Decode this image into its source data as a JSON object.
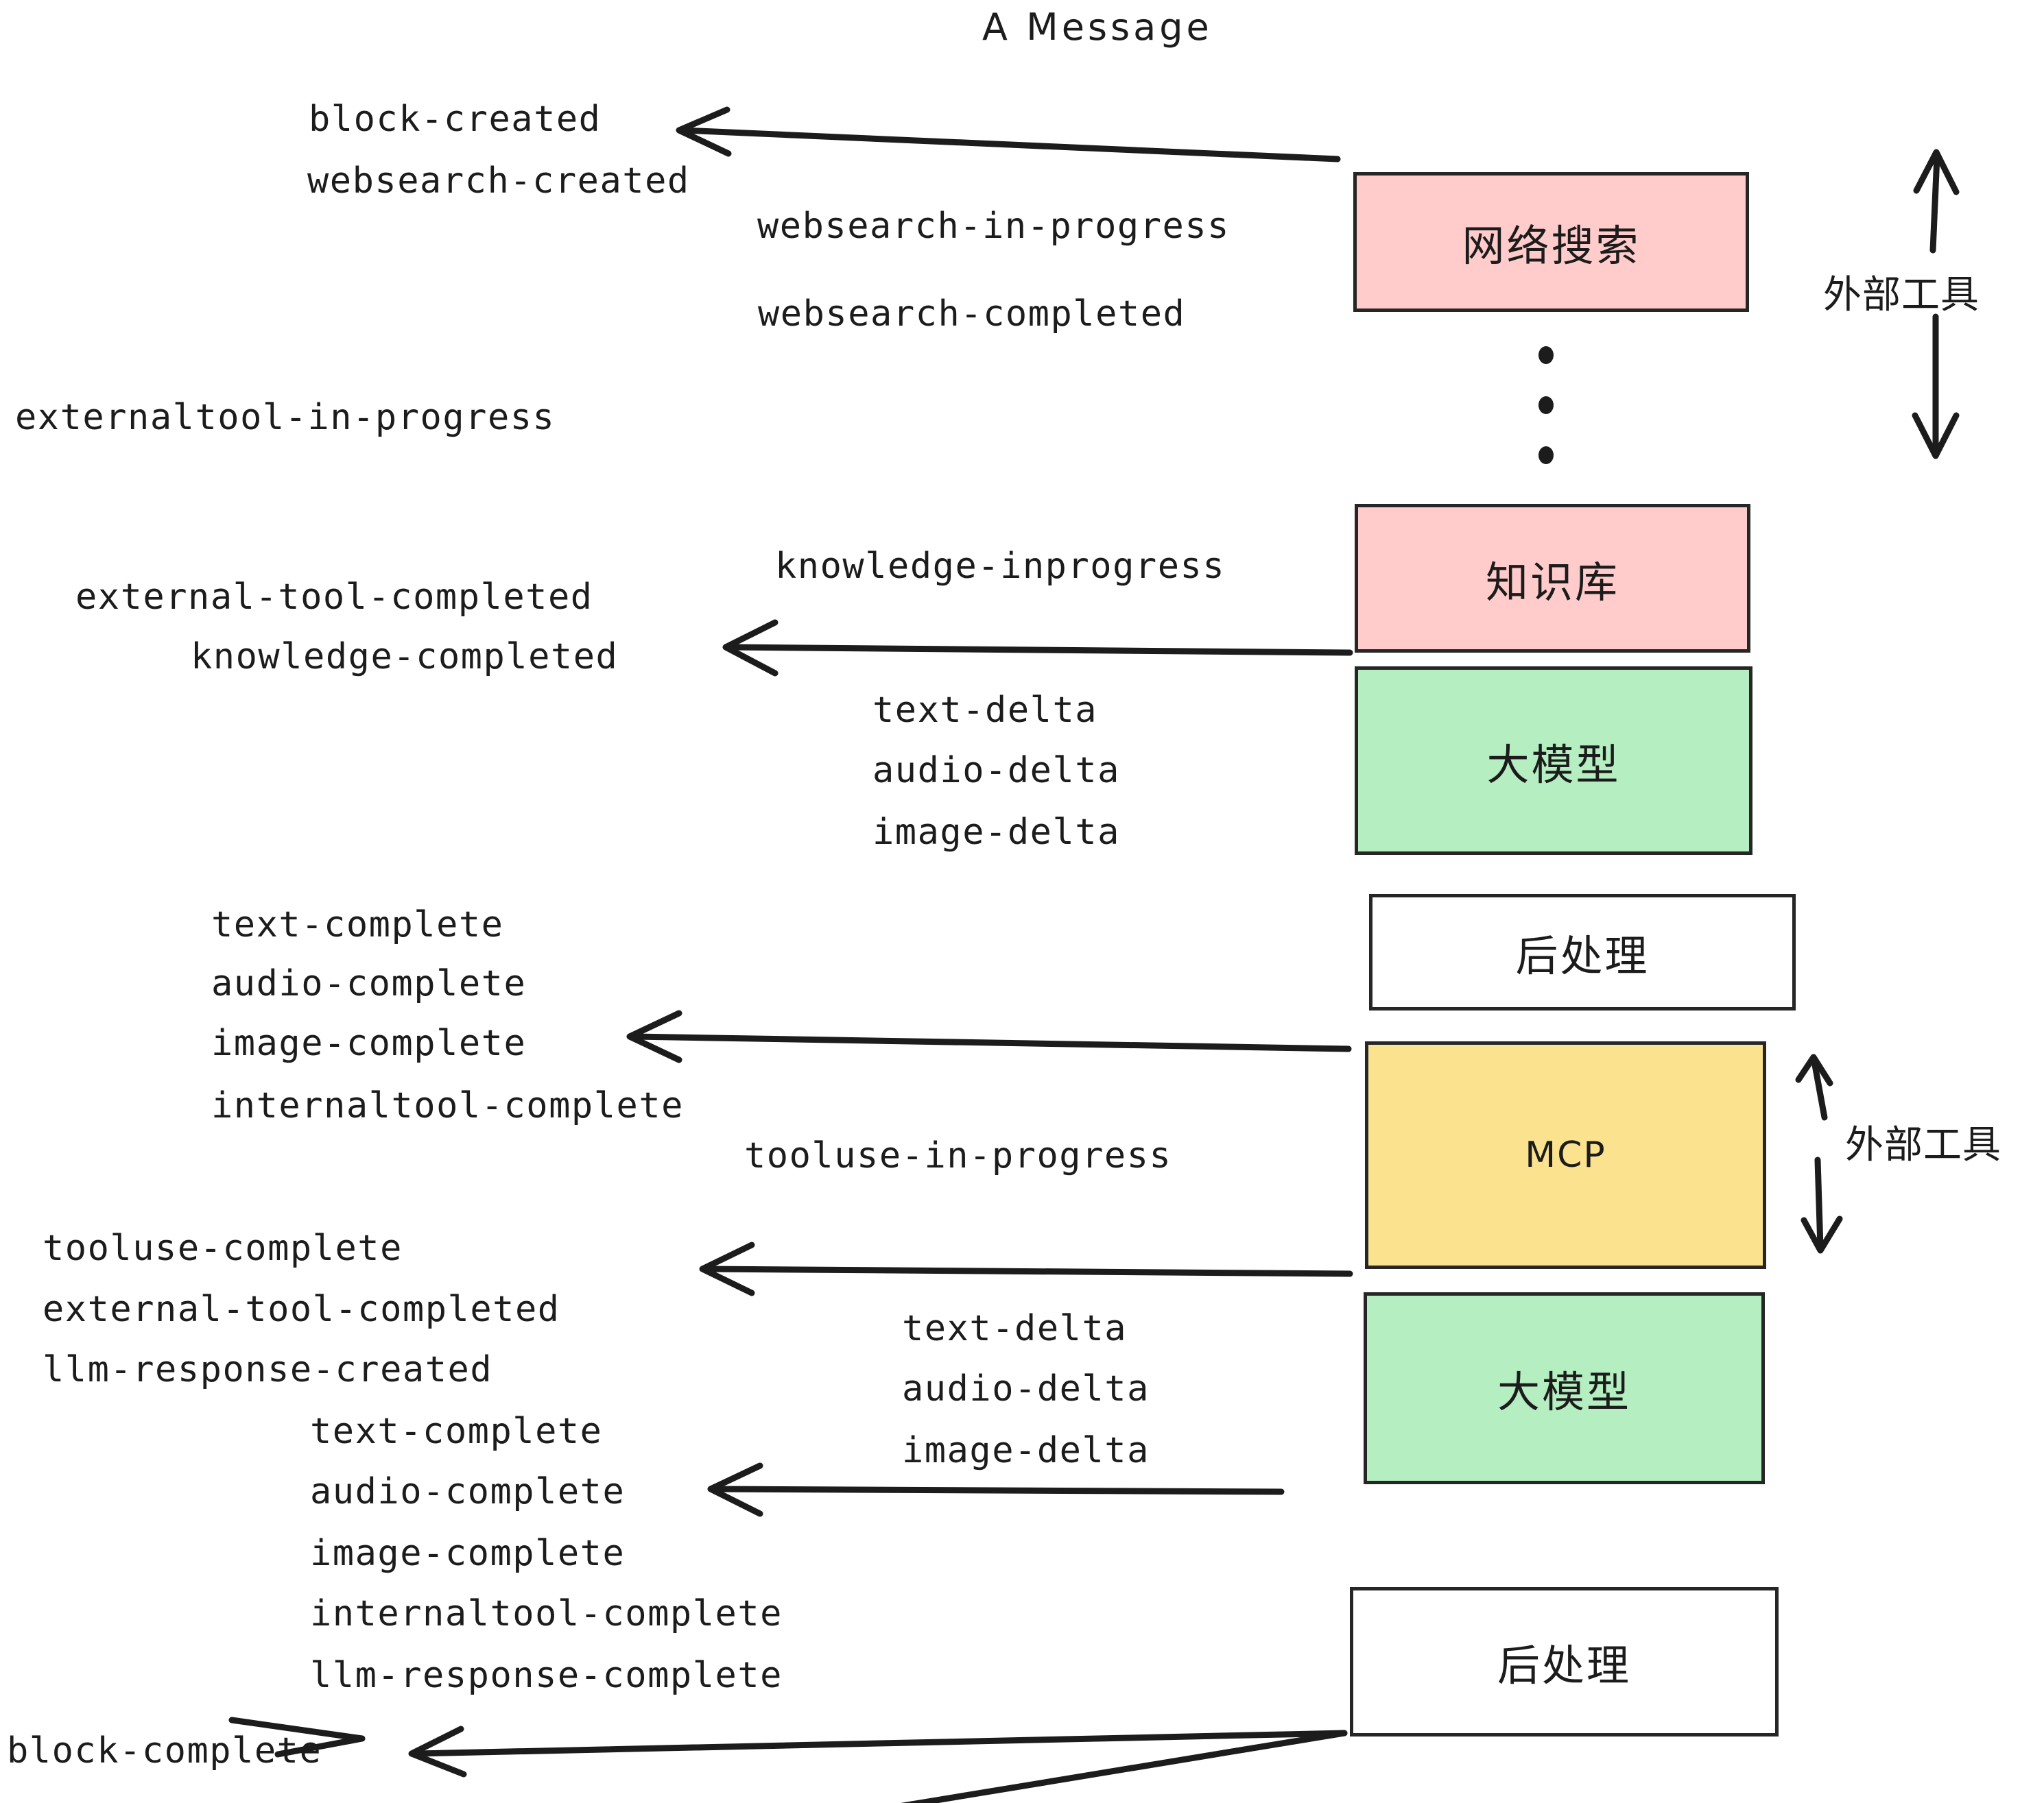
{
  "title": "A Message",
  "colors": {
    "pink": "#ffcccb",
    "green": "#b4eec1",
    "yellow": "#fbe28f",
    "white": "#ffffff",
    "stroke": "#262626",
    "text": "#1c1c1c"
  },
  "nodes": [
    {
      "id": "websearch",
      "label": "网络搜索",
      "fill": "#ffcccb",
      "kind": "cn"
    },
    {
      "id": "knowledge",
      "label": "知识库",
      "fill": "#ffcccb",
      "kind": "cn"
    },
    {
      "id": "llm-top",
      "label": "大模型",
      "fill": "#b4eec1",
      "kind": "cn"
    },
    {
      "id": "postprocess-top",
      "label": "后处理",
      "fill": "#ffffff",
      "kind": "cn"
    },
    {
      "id": "mcp",
      "label": "MCP",
      "fill": "#fbe28f",
      "kind": "latin"
    },
    {
      "id": "llm-bottom",
      "label": "大模型",
      "fill": "#b4eec1",
      "kind": "cn"
    },
    {
      "id": "postprocess-bottom",
      "label": "后处理",
      "fill": "#ffffff",
      "kind": "cn"
    }
  ],
  "side_labels": [
    {
      "id": "external-tools-top",
      "label": "外部工具"
    },
    {
      "id": "external-tools-bottom",
      "label": "外部工具"
    }
  ],
  "events": [
    {
      "id": "block-created",
      "label": "block-created"
    },
    {
      "id": "websearch-created",
      "label": "websearch-created"
    },
    {
      "id": "websearch-in-progress",
      "label": "websearch-in-progress"
    },
    {
      "id": "websearch-completed",
      "label": "websearch-completed"
    },
    {
      "id": "externaltool-in-progress",
      "label": "externaltool-in-progress"
    },
    {
      "id": "knowledge-inprogress",
      "label": "knowledge-inprogress"
    },
    {
      "id": "external-tool-completed-1",
      "label": "external-tool-completed"
    },
    {
      "id": "knowledge-completed",
      "label": "knowledge-completed"
    },
    {
      "id": "text-delta-1",
      "label": "text-delta"
    },
    {
      "id": "audio-delta-1",
      "label": "audio-delta"
    },
    {
      "id": "image-delta-1",
      "label": "image-delta"
    },
    {
      "id": "text-complete-1",
      "label": "text-complete"
    },
    {
      "id": "audio-complete-1",
      "label": "audio-complete"
    },
    {
      "id": "image-complete-1",
      "label": "image-complete"
    },
    {
      "id": "internaltool-complete-1",
      "label": "internaltool-complete"
    },
    {
      "id": "tooluse-in-progress",
      "label": "tooluse-in-progress"
    },
    {
      "id": "tooluse-complete",
      "label": "tooluse-complete"
    },
    {
      "id": "external-tool-completed-2",
      "label": "external-tool-completed"
    },
    {
      "id": "llm-response-created",
      "label": "llm-response-created"
    },
    {
      "id": "text-delta-2",
      "label": "text-delta"
    },
    {
      "id": "audio-delta-2",
      "label": "audio-delta"
    },
    {
      "id": "image-delta-2",
      "label": "image-delta"
    },
    {
      "id": "text-complete-2",
      "label": "text-complete"
    },
    {
      "id": "audio-complete-2",
      "label": "audio-complete"
    },
    {
      "id": "image-complete-2",
      "label": "image-complete"
    },
    {
      "id": "internaltool-complete-2",
      "label": "internaltool-complete"
    },
    {
      "id": "llm-response-complete",
      "label": "llm-response-complete"
    },
    {
      "id": "block-complete",
      "label": "block-complete"
    }
  ]
}
